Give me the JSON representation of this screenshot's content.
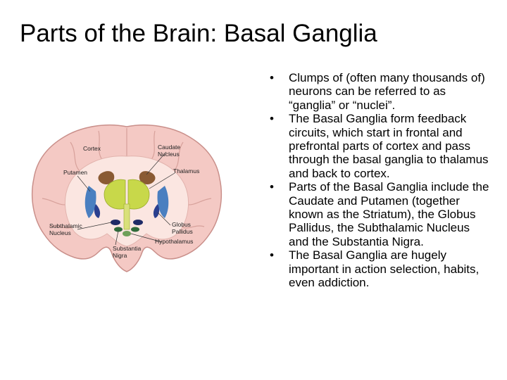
{
  "slide": {
    "title": "Parts of the Brain: Basal Ganglia"
  },
  "bullets": [
    {
      "text": "Clumps of (often many thousands of) neurons can be referred to as “ganglia” or “nuclei”."
    },
    {
      "text": "The Basal Ganglia form feedback circuits, which start in frontal and prefrontal parts of cortex and pass through the basal ganglia to thalamus and back to cortex."
    },
    {
      "text": "Parts of the Basal Ganglia include the Caudate and Putamen (together known as the Striatum), the Globus Pallidus, the Subthalamic Nucleus and the Substantia Nigra."
    },
    {
      "text": "The Basal Ganglia are hugely important in action selection, habits, even addiction."
    }
  ],
  "figure": {
    "labels": {
      "cortex": "Cortex",
      "caudate_line1": "Caudate",
      "caudate_line2": "Nucleus",
      "thalamus": "Thalamus",
      "putamen": "Putamen",
      "subthalamic_line1": "Subthalamic",
      "subthalamic_line2": "Nucleus",
      "globus_line1": "Globus",
      "globus_line2": "Pallidus",
      "substantia_line1": "Substantia",
      "substantia_line2": "Nigra",
      "hypothalamus": "Hypothalamus"
    },
    "colors": {
      "cortex": "#f4c9c4",
      "cortex_edge": "#c98f8a",
      "white_matter": "#fbe6e1",
      "caudate": "#8a5a33",
      "thalamus": "#c8d84a",
      "putamen": "#4a7fc0",
      "globus_pallidus": "#2a3f8f",
      "subthalamic": "#1e2a66",
      "substantia_nigra": "#2f6b3a",
      "hypothalamus": "#6fa05a"
    }
  }
}
